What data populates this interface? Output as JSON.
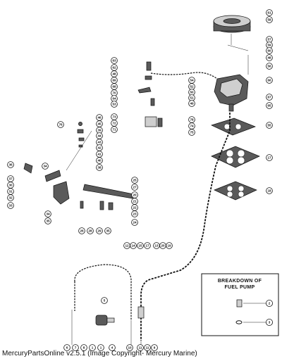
{
  "inset": {
    "title_line1": "BREAKDOWN OF",
    "title_line2": "FUEL PUMP",
    "callouts": [
      "2",
      "3"
    ]
  },
  "footer": {
    "copyright": "MercuryPartsOnline v2.5.1 (Image Copyright- Mercury Marine)"
  },
  "callouts": {
    "top_right": [
      "61",
      "58",
      "57",
      "59",
      "60",
      "48",
      "56",
      "66",
      "67",
      "65",
      "55",
      "17",
      "18"
    ],
    "center_top": [
      "63",
      "62",
      "48",
      "69",
      "68",
      "70",
      "64",
      "53",
      "54",
      "52",
      "50",
      "51",
      "49"
    ],
    "center_mid": [
      "73",
      "72",
      "71",
      "78",
      "74",
      "75"
    ],
    "left_mid": [
      "76",
      "46",
      "45",
      "39",
      "44",
      "43",
      "42",
      "41",
      "40",
      "38"
    ],
    "left_lower": [
      "36",
      "34",
      "37",
      "30",
      "31",
      "32",
      "33",
      "34",
      "35"
    ],
    "center_lower": [
      "25",
      "27",
      "20",
      "21",
      "22",
      "23",
      "24",
      "26",
      "28",
      "29",
      "35"
    ],
    "lower_mid": [
      "12",
      "14",
      "15",
      "17",
      "13",
      "20",
      "19",
      "5"
    ],
    "bottom_row": [
      "6",
      "7",
      "8",
      "1",
      "1",
      "4",
      "10",
      "11",
      "11",
      "9"
    ]
  }
}
